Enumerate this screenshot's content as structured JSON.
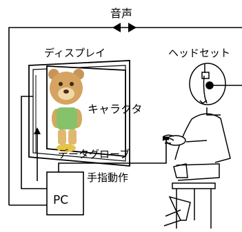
{
  "labels": {
    "audio": "音声",
    "display": "ディスプレイ",
    "headset": "ヘッドセット",
    "character": "キャラクタ",
    "data_glove": "データグローブ",
    "hand_motion": "手指動作",
    "pc": "PC"
  }
}
